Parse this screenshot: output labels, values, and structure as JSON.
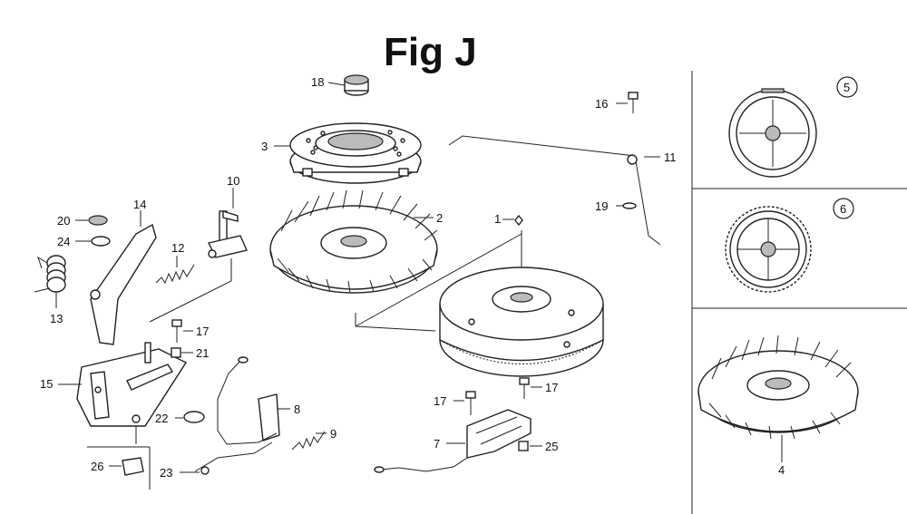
{
  "title": "Fig J",
  "callouts": {
    "p1": "1",
    "p2": "2",
    "p3": "3",
    "p4": "4",
    "p5": "5",
    "p6": "6",
    "p7": "7",
    "p8": "8",
    "p9": "9",
    "p10": "10",
    "p11": "11",
    "p12": "12",
    "p13": "13",
    "p14": "14",
    "p15": "15",
    "p16": "16",
    "p17a": "17",
    "p17b": "17",
    "p17c": "17",
    "p18": "18",
    "p19": "19",
    "p20": "20",
    "p21": "21",
    "p22": "22",
    "p23": "23",
    "p24": "24",
    "p25": "25",
    "p26": "26"
  }
}
